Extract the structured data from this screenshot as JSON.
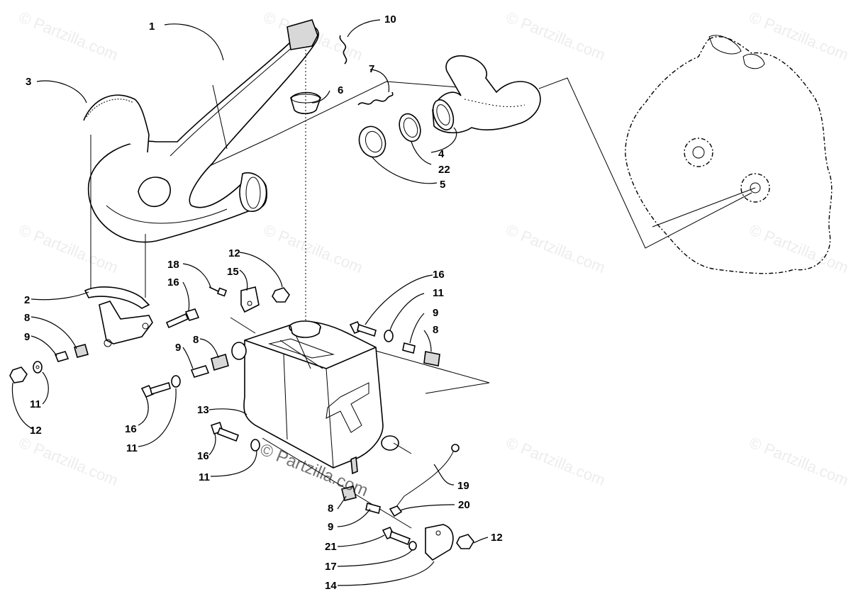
{
  "watermark": {
    "text": "© Partzilla.com",
    "center_text": "© Partzilla.com"
  },
  "callouts": {
    "c1": "1",
    "c2": "2",
    "c3": "3",
    "c4": "4",
    "c5": "5",
    "c6": "6",
    "c7": "7",
    "c8a": "8",
    "c8b": "8",
    "c8c": "8",
    "c8d": "8",
    "c9a": "9",
    "c9b": "9",
    "c9c": "9",
    "c9d": "9",
    "c10": "10",
    "c11a": "11",
    "c11b": "11",
    "c11c": "11",
    "c11d": "11",
    "c12a": "12",
    "c12b": "12",
    "c12c": "12",
    "c13": "13",
    "c14": "14",
    "c15": "15",
    "c16a": "16",
    "c16b": "16",
    "c16c": "16",
    "c16d": "16",
    "c17": "17",
    "c18": "18",
    "c19": "19",
    "c20": "20",
    "c21": "21",
    "c22": "22"
  }
}
